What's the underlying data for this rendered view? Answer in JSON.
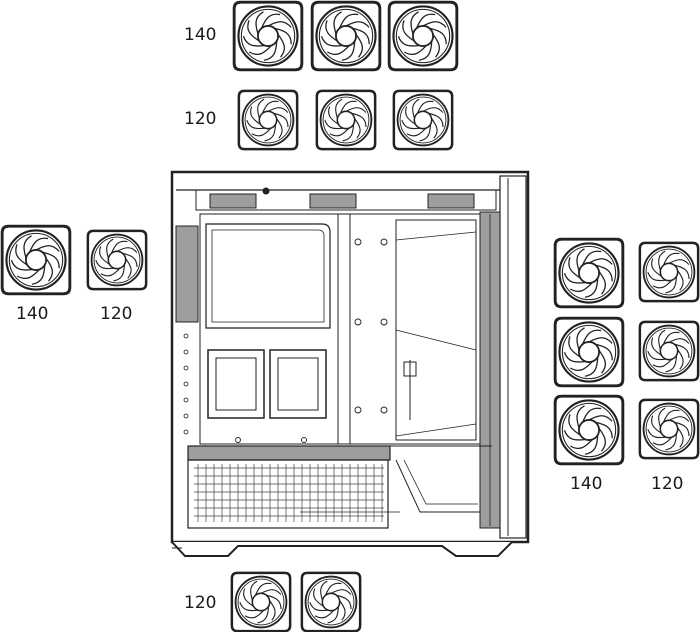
{
  "labels": {
    "top_row_1": "140",
    "top_row_2": "120",
    "left_1": "140",
    "left_2": "120",
    "right_1": "140",
    "right_2": "120",
    "bottom": "120"
  },
  "icons": {
    "fan": "fan-icon",
    "case": "pc-case-side-view"
  },
  "colors": {
    "line": "#222222",
    "panel_fill": "#9e9e9e",
    "background": "#ffffff"
  }
}
